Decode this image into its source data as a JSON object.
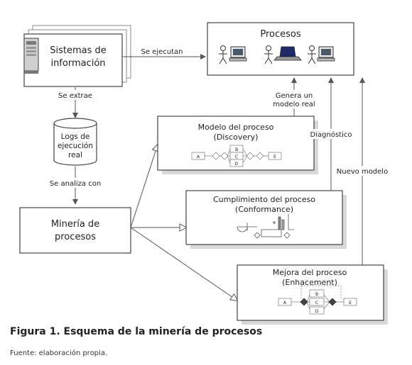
{
  "nodes": {
    "sistemas": [
      "Sistemas de",
      "información"
    ],
    "procesos": "Procesos",
    "logs": [
      "Logs de",
      "ejecución",
      "real"
    ],
    "mineria": [
      "Minería de",
      "procesos"
    ],
    "discovery": [
      "Modelo del proceso",
      "(Discovery)"
    ],
    "conformance": [
      "Cumplimiento del proceso",
      "(Conformance)"
    ],
    "enhancement": [
      "Mejora del proceso",
      "(Enhacement)"
    ]
  },
  "edges": {
    "se_ejecutan": "Se ejecutan",
    "se_extrae": "Se extrae",
    "se_analiza": "Se analiza con",
    "genera": [
      "Genera un",
      "modelo real"
    ],
    "diagnostico": "Diagnóstico",
    "nuevo_modelo": "Nuevo modelo"
  },
  "model_labels": {
    "discovery": [
      "A",
      "B",
      "C",
      "D",
      "E"
    ],
    "enhancement": [
      "A",
      "B",
      "C",
      "D",
      "E"
    ]
  },
  "caption": "Figura 1. Esquema de la minería de procesos",
  "source": "Fuente: elaboración propia.",
  "colors": {
    "line": "#555555",
    "box_border": "#444444",
    "shadow": "#d8d8d8"
  }
}
